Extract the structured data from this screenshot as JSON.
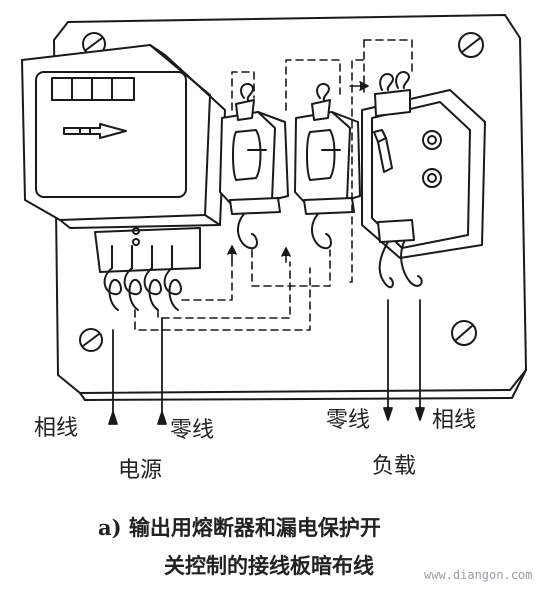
{
  "labels": {
    "source_phase": "相线",
    "source_neutral": "零线",
    "source_group": "电源",
    "load_neutral": "零线",
    "load_phase": "相线",
    "load_group": "负载"
  },
  "caption": {
    "line1": "a) 输出用熔断器和漏电保护开",
    "line2": "关控制的接线板暗布线"
  },
  "watermark": "www.diangon.com",
  "colors": {
    "ink": "#1a1a1a",
    "paper": "#ffffff",
    "watermark": "#9aa0a6"
  }
}
